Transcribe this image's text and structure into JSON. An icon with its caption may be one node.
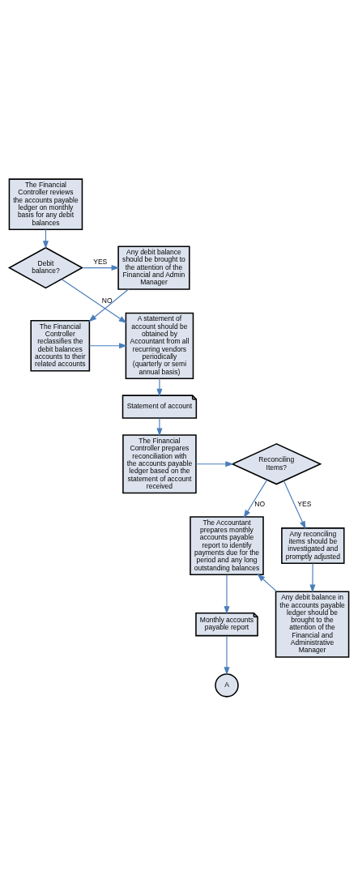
{
  "diagram": {
    "nodes": [
      {
        "text": [
          "The Financial Controller reviews the accounts payable ledger on monthly basis for any debit balances"
        ]
      },
      {
        "text": [
          "Debit balance?"
        ]
      },
      {
        "text": [
          "Any debit balance should be brought to the attention of the Financial and Admin Manager"
        ]
      },
      {
        "text": [
          "The Financial Controller reclassifies the debit balances accounts to their related accounts"
        ]
      },
      {
        "text": [
          "A statement of account should be obtained by Accountant from all recurring vendors periodically (quarterly or semi annual basis)"
        ]
      },
      {
        "text": [
          "Statement of account"
        ]
      },
      {
        "text": [
          "The Financial Controller prepares reconciliation with the accounts payable ledger based on the statement of account received"
        ]
      },
      {
        "text": [
          "Reconciling Items?"
        ]
      },
      {
        "text": [
          "The Accountant prepares monthly accounts payable report to identify payments due for the period and any long outstanding balances"
        ]
      },
      {
        "text": [
          "Any reconciling items should be investigated and promptly adjusted"
        ]
      },
      {
        "text": [
          "Any debit balance in the accounts payable ledger should be brought to the attention of the Financial and Administrative Manager"
        ]
      },
      {
        "text": [
          "Monthly accounts payable report"
        ]
      },
      {
        "text": [
          "A"
        ]
      }
    ],
    "edges": [
      {
        "from": 0,
        "to": 1,
        "arrow": "to"
      },
      {
        "from": 1,
        "to": 2,
        "arrow": "to",
        "label": "YES"
      },
      {
        "from": 1,
        "to": 4,
        "arrow": "to",
        "label": "NO"
      },
      {
        "from": 2,
        "to": 3,
        "arrow": "to"
      },
      {
        "from": 3,
        "to": 4,
        "arrow": "to"
      },
      {
        "from": 4,
        "to": 5,
        "arrow": "to"
      },
      {
        "from": 5,
        "to": 6,
        "arrow": "to"
      },
      {
        "from": 6,
        "to": 7,
        "arrow": "to"
      },
      {
        "from": 7,
        "to": 8,
        "arrow": "to",
        "label": "NO"
      },
      {
        "from": 7,
        "to": 9,
        "arrow": "to",
        "label": "YES"
      },
      {
        "from": 9,
        "to": 10,
        "arrow": "to"
      },
      {
        "from": 10,
        "to": 8,
        "arrow": "to"
      },
      {
        "from": 8,
        "to": 11,
        "arrow": "to"
      },
      {
        "from": 11,
        "to": 12,
        "arrow": "to"
      }
    ]
  }
}
